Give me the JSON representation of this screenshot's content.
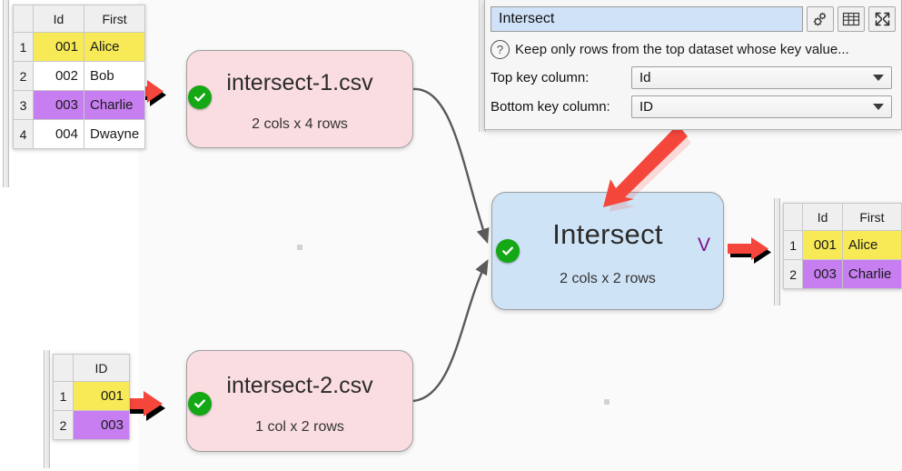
{
  "app": {
    "canvas_background": "#fafafa",
    "accent_red": "#f5463c",
    "node_input_color": "#fadde1",
    "node_op_color": "#cfe3f7",
    "status_ok_color": "#14a814"
  },
  "settings_panel": {
    "title_value": "Intersect",
    "title_placeholder": "Item name",
    "toolbar": {
      "settings_icon": "gears-icon",
      "table_icon": "table-icon",
      "expand_icon": "expand-icon"
    },
    "help": {
      "icon": "question-icon",
      "text": "Keep only rows from the top dataset whose key value..."
    },
    "fields": [
      {
        "label": "Top key column:",
        "value": "Id",
        "name": "top-key-column"
      },
      {
        "label": "Bottom key column:",
        "value": "ID",
        "name": "bottom-key-column"
      }
    ]
  },
  "nodes": {
    "input_top": {
      "title": "intersect-1.csv",
      "subtitle": "2 cols x 4 rows",
      "status": "ok"
    },
    "input_bottom": {
      "title": "intersect-2.csv",
      "subtitle": "1 col x 2 rows",
      "status": "ok"
    },
    "operation": {
      "title": "Intersect",
      "subtitle": "2 cols x 2 rows",
      "status": "ok",
      "variant_marker": "V"
    }
  },
  "tables": {
    "top_left": {
      "name": "input-dataset-1-preview",
      "columns": [
        "",
        "Id",
        "First"
      ],
      "rows": [
        {
          "num": "1",
          "id": "001",
          "first": "Alice",
          "highlight": "yellow"
        },
        {
          "num": "2",
          "id": "002",
          "first": "Bob",
          "highlight": "none"
        },
        {
          "num": "3",
          "id": "003",
          "first": "Charlie",
          "highlight": "purple"
        },
        {
          "num": "4",
          "id": "004",
          "first": "Dwayne",
          "highlight": "none"
        }
      ]
    },
    "bottom_left": {
      "name": "input-dataset-2-preview",
      "columns": [
        "",
        "ID"
      ],
      "rows": [
        {
          "num": "1",
          "id": "001",
          "highlight": "yellow"
        },
        {
          "num": "2",
          "id": "003",
          "highlight": "purple"
        }
      ]
    },
    "right": {
      "name": "output-dataset-preview",
      "columns": [
        "",
        "Id",
        "First"
      ],
      "rows": [
        {
          "num": "1",
          "id": "001",
          "first": "Alice",
          "highlight": "yellow"
        },
        {
          "num": "2",
          "id": "003",
          "first": "Charlie",
          "highlight": "purple"
        }
      ]
    }
  },
  "annotations": {
    "arrow_input_top": "red-arrow-right-pointing",
    "arrow_input_bottom": "red-arrow-right-pointing",
    "arrow_output": "red-arrow-right-pointing",
    "arrow_to_operation": "red-arrow-diagonal-down-left"
  }
}
